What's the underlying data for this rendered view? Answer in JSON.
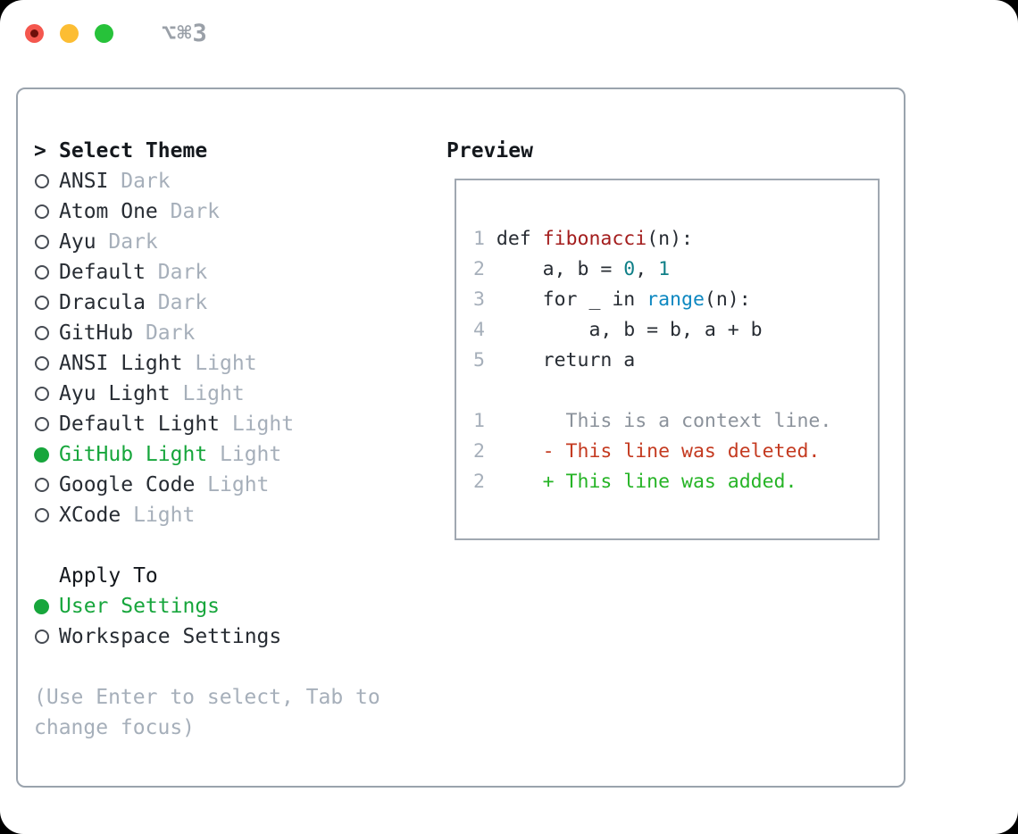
{
  "window": {
    "shortcut_title": "⌥⌘3"
  },
  "colors": {
    "accent_green": "#17a63c",
    "diff_red": "#c43a20",
    "diff_green": "#26b426",
    "function_red": "#a31d1d",
    "number_teal": "#0f7f87",
    "builtin_blue": "#0e88c1",
    "muted_gray": "#a6afba",
    "panel_border": "#9aa3ad",
    "traffic_red": "#f4574e",
    "traffic_yellow": "#fcbd33",
    "traffic_green": "#27c23a"
  },
  "theme_picker": {
    "header_marker": ">",
    "header_label": "Select Theme",
    "items": [
      {
        "name": "ANSI",
        "variant": "Dark",
        "selected": false
      },
      {
        "name": "Atom One",
        "variant": "Dark",
        "selected": false
      },
      {
        "name": "Ayu",
        "variant": "Dark",
        "selected": false
      },
      {
        "name": "Default",
        "variant": "Dark",
        "selected": false
      },
      {
        "name": "Dracula",
        "variant": "Dark",
        "selected": false
      },
      {
        "name": "GitHub",
        "variant": "Dark",
        "selected": false
      },
      {
        "name": "ANSI Light",
        "variant": "Light",
        "selected": false
      },
      {
        "name": "Ayu Light",
        "variant": "Light",
        "selected": false
      },
      {
        "name": "Default Light",
        "variant": "Light",
        "selected": false
      },
      {
        "name": "GitHub Light",
        "variant": "Light",
        "selected": true
      },
      {
        "name": "Google Code",
        "variant": "Light",
        "selected": false
      },
      {
        "name": "XCode",
        "variant": "Light",
        "selected": false
      }
    ],
    "apply_to_label": "Apply To",
    "apply_options": [
      {
        "name": "User Settings",
        "selected": true
      },
      {
        "name": "Workspace Settings",
        "selected": false
      }
    ],
    "hint": "(Use Enter to select, Tab to change focus)"
  },
  "preview": {
    "title": "Preview",
    "code_lines": [
      {
        "tokens": [
          {
            "c": "ln",
            "t": "1"
          },
          {
            "c": "plain",
            "t": " def "
          },
          {
            "c": "func",
            "t": "fibonacci"
          },
          {
            "c": "plain",
            "t": "(n):"
          }
        ]
      },
      {
        "tokens": [
          {
            "c": "ln",
            "t": "2"
          },
          {
            "c": "plain",
            "t": "     a, b = "
          },
          {
            "c": "num",
            "t": "0"
          },
          {
            "c": "plain",
            "t": ", "
          },
          {
            "c": "num",
            "t": "1"
          }
        ]
      },
      {
        "tokens": [
          {
            "c": "ln",
            "t": "3"
          },
          {
            "c": "plain",
            "t": "     for _ in "
          },
          {
            "c": "builtin",
            "t": "range"
          },
          {
            "c": "plain",
            "t": "(n):"
          }
        ]
      },
      {
        "tokens": [
          {
            "c": "ln",
            "t": "4"
          },
          {
            "c": "plain",
            "t": "         a, b = b, a + b"
          }
        ]
      },
      {
        "tokens": [
          {
            "c": "ln",
            "t": "5"
          },
          {
            "c": "plain",
            "t": "     return a"
          }
        ]
      },
      {
        "tokens": []
      },
      {
        "tokens": [
          {
            "c": "ln",
            "t": "1"
          },
          {
            "c": "context",
            "t": "       This is a context line."
          }
        ]
      },
      {
        "tokens": [
          {
            "c": "ln",
            "t": "2"
          },
          {
            "c": "deleted",
            "t": "     - This line was deleted."
          }
        ]
      },
      {
        "tokens": [
          {
            "c": "ln",
            "t": "2"
          },
          {
            "c": "added",
            "t": "     + This line was added."
          }
        ]
      }
    ]
  }
}
